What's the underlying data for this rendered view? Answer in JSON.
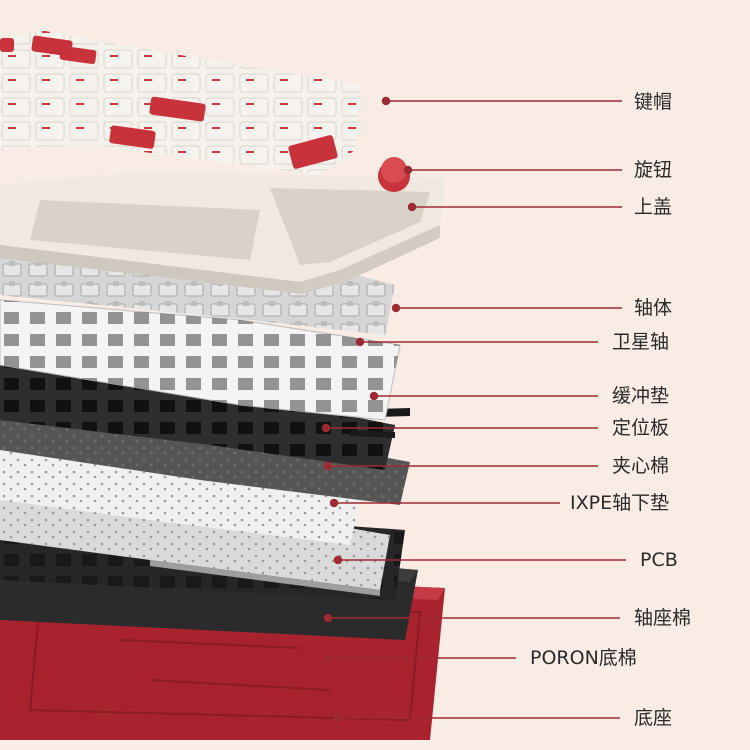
{
  "colors": {
    "background": "#f8ece4",
    "accent": "#9e2a33",
    "keycap_white": "#f2efea",
    "keycap_red": "#c8323a",
    "plate_white": "#efefef",
    "foam_dark": "#2d2d2d",
    "pcb_light": "#d9d9d9",
    "case_red": "#b52a34"
  },
  "labels": {
    "keycaps": "键帽",
    "knob": "旋钮",
    "top_case": "上盖",
    "switches": "轴体",
    "stabilizers": "卫星轴",
    "gasket": "缓冲垫",
    "plate": "定位板",
    "sandwich_foam": "夹心棉",
    "ixpe_pad": "IXPE轴下垫",
    "pcb": "PCB",
    "socket_foam": "轴座棉",
    "poron_bottom": "PORON底棉",
    "bottom_case": "底座"
  }
}
